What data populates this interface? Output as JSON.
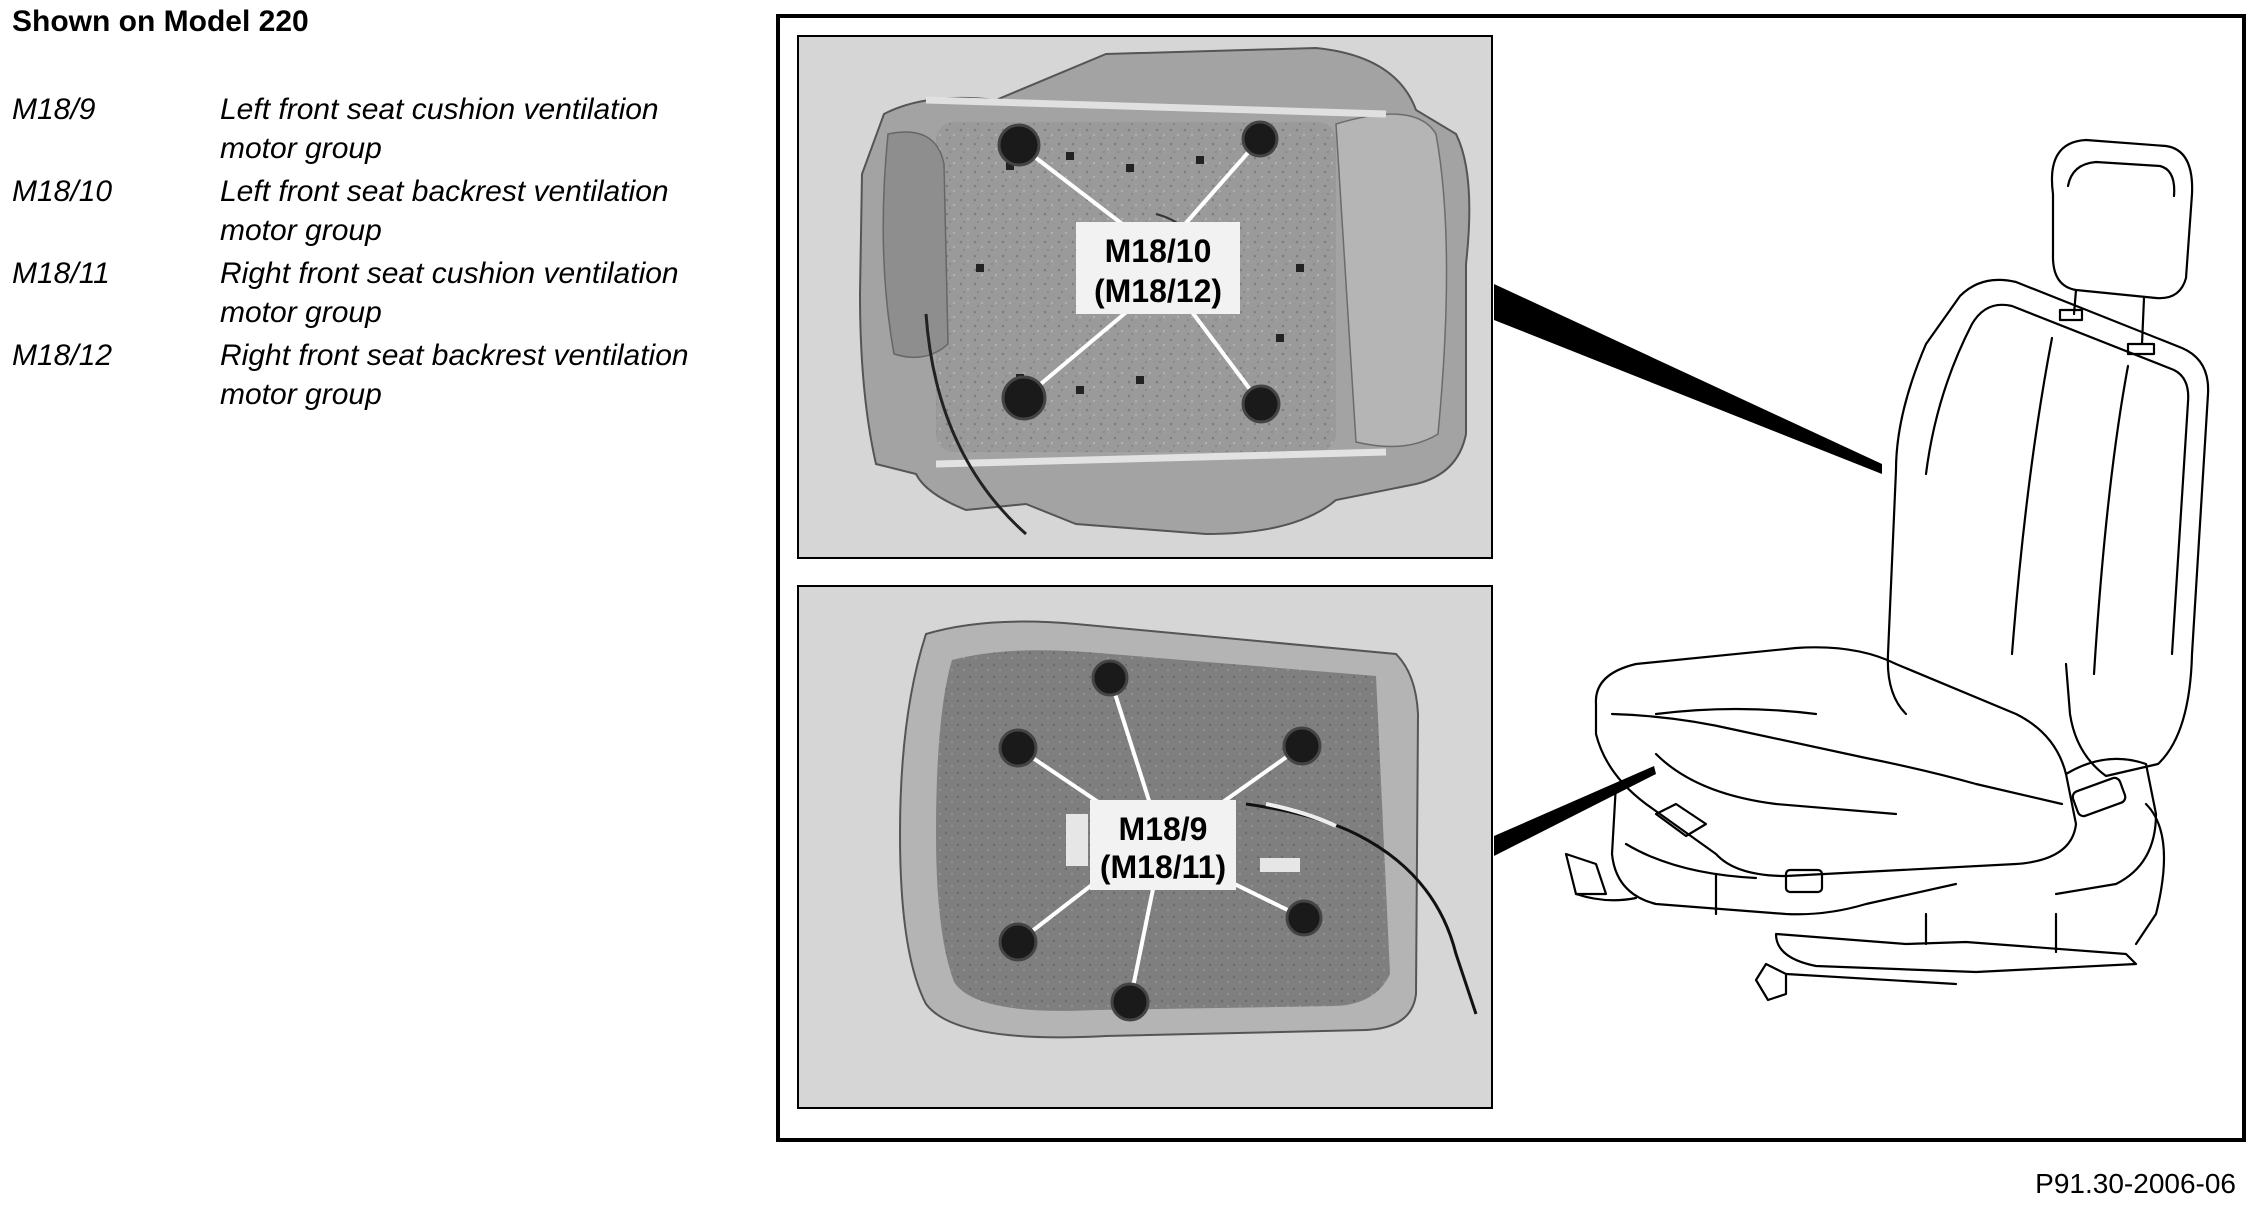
{
  "heading": "Shown on Model 220",
  "legend": [
    {
      "code": "M18/9",
      "description": "Left front seat cushion ventilation motor group"
    },
    {
      "code": "M18/10",
      "description": "Left front seat backrest ventilation motor group"
    },
    {
      "code": "M18/11",
      "description": "Right front seat cushion ventilation motor group"
    },
    {
      "code": "M18/12",
      "description": "Right front seat backrest ventilation motor group"
    }
  ],
  "callouts": {
    "backrest": {
      "line1": "M18/10",
      "line2": "(M18/12)"
    },
    "cushion": {
      "line1": "M18/9",
      "line2": "(M18/11)"
    }
  },
  "reference": "P91.30-2006-06"
}
